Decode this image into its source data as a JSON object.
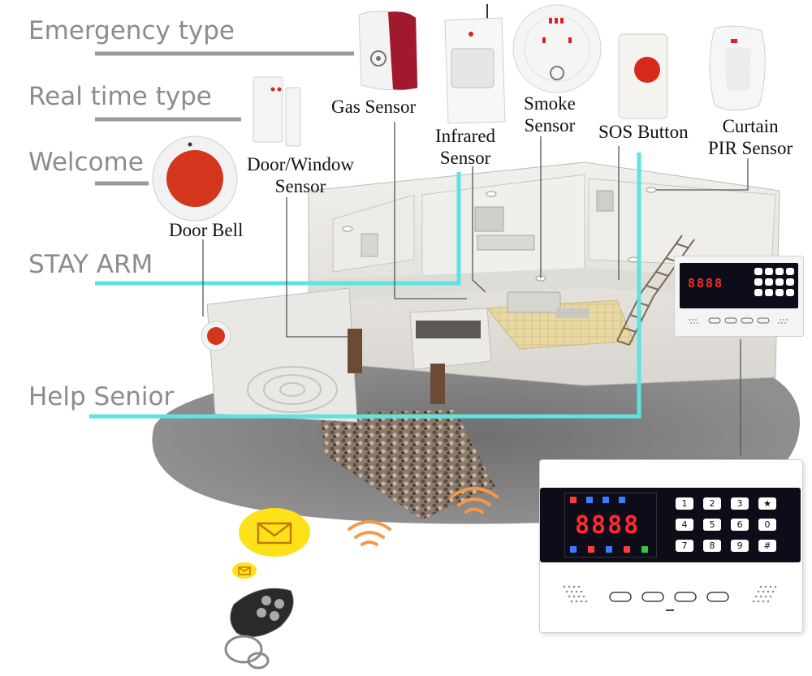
{
  "modes": [
    {
      "id": "emergency",
      "label": "Emergency type"
    },
    {
      "id": "realtime",
      "label": "Real time type"
    },
    {
      "id": "welcome",
      "label": "Welcome"
    },
    {
      "id": "stay",
      "label": "STAY ARM"
    },
    {
      "id": "help",
      "label": "Help Senior"
    }
  ],
  "sensors": {
    "gas": {
      "line1": "Gas Sensor"
    },
    "infrared": {
      "line1": "Infrared",
      "line2": "Sensor"
    },
    "smoke": {
      "line1": "Smoke",
      "line2": "Sensor"
    },
    "sos": {
      "line1": "SOS Button"
    },
    "curtain": {
      "line1": "Curtain",
      "line2": "PIR Sensor"
    },
    "door_window": {
      "line1": "Door/Window",
      "line2": "Sensor"
    },
    "door_bell": {
      "line1": "Door Bell"
    }
  },
  "panel": {
    "display": "8888",
    "keys": [
      "1",
      "2",
      "3",
      "★",
      "4",
      "5",
      "6",
      "0",
      "7",
      "8",
      "9",
      "#"
    ]
  },
  "colors": {
    "cyan_line": "#5de3e0",
    "grey_line": "#9a9a9a",
    "mode_text": "#8c8c8c",
    "lcd_digits": "#ff2a2a",
    "wave": "#f39a4a",
    "envelope": "#ffe11a"
  }
}
